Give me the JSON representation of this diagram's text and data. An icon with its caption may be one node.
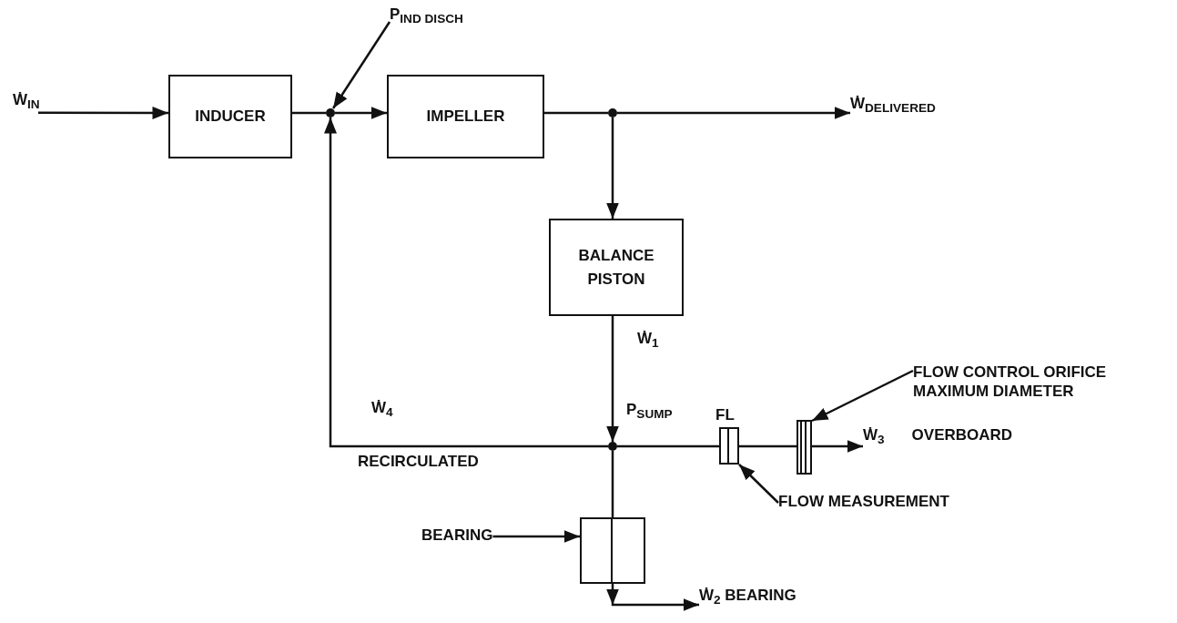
{
  "diagram": {
    "nodes": [
      {
        "text": [
          "Ẇ$_{IN}$"
        ]
      },
      {
        "text": [
          "INDUCER"
        ]
      },
      {
        "text": [],
        "shape": "circle"
      },
      {
        "text": [
          "IMPELLER"
        ]
      },
      {
        "text": [],
        "shape": "circle"
      },
      {
        "text": [
          "Ẇ$_{DELIVERED}$"
        ]
      },
      {
        "text": [
          "BALANCE PISTON"
        ]
      },
      {
        "text": [],
        "shape": "circle",
        "beside": [
          "P$_{SUMP}$"
        ]
      },
      {
        "text": [],
        "shape": "box",
        "beside": [
          "FL"
        ]
      },
      {
        "text": [],
        "shape": "box"
      },
      {
        "text": [
          "Ẇ$_{3}$",
          "OVERBOARD"
        ]
      },
      {
        "text": [],
        "shape": "box"
      },
      {
        "text": [
          "Ẇ$_{2}$ BEARING"
        ]
      },
      {
        "text": [
          "P$_{IND DISCH}$"
        ]
      },
      {
        "text": [
          "FLOW CONTROL ORIFICE MAXIMUM DIAMETER"
        ]
      },
      {
        "text": [
          "FLOW MEASUREMENT"
        ]
      },
      {
        "text": [
          "BEARING"
        ]
      }
    ],
    "edges": [
      {
        "from": 0,
        "to": 1,
        "arrow": "to"
      },
      {
        "from": 1,
        "to": 2,
        "arrow": "none"
      },
      {
        "from": 2,
        "to": 3,
        "arrow": "to"
      },
      {
        "from": 3,
        "to": 4,
        "arrow": "none"
      },
      {
        "from": 4,
        "to": 5,
        "arrow": "to"
      },
      {
        "from": 4,
        "to": 6,
        "arrow": "to"
      },
      {
        "from": 6,
        "to": 7,
        "arrow": "to"
      },
      {
        "from": 7,
        "to": 2,
        "arrow": "to"
      },
      {
        "from": 7,
        "to": 8,
        "arrow": "none"
      },
      {
        "from": 8,
        "to": 9,
        "arrow": "none"
      },
      {
        "from": 9,
        "to": 10,
        "arrow": "to"
      },
      {
        "from": 7,
        "to": 11,
        "arrow": "none"
      },
      {
        "from": 11,
        "to": 12,
        "arrow": "to"
      },
      {
        "from": 13,
        "to": 2,
        "arrow": "to"
      },
      {
        "from": 14,
        "to": 9,
        "arrow": "to"
      },
      {
        "from": 15,
        "to": 8,
        "arrow": "to"
      },
      {
        "from": 16,
        "to": 11,
        "arrow": "to"
      }
    ],
    "labels": [
      "Ẇ$_{1}$",
      "Ẇ$_{4}$",
      "RECIRCULATED"
    ]
  }
}
